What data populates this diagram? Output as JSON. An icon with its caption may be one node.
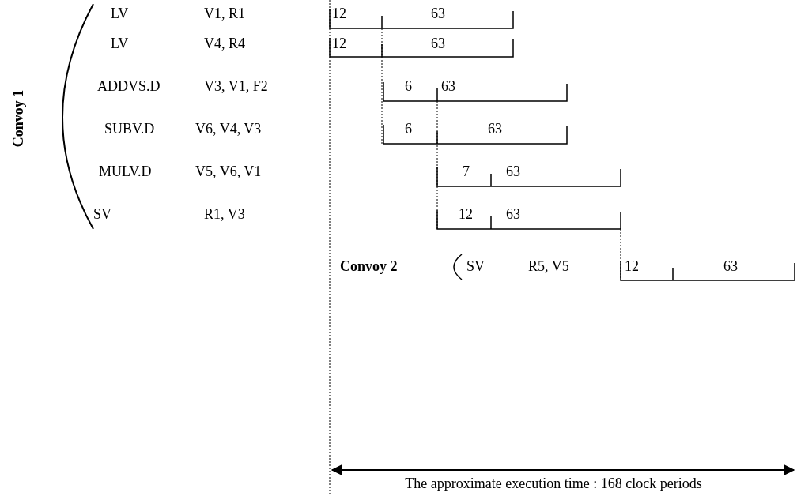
{
  "diagram": {
    "labels": [
      "Convoy 1",
      "LV",
      "V1, R1",
      "12",
      "63",
      "LV",
      "V4, R4",
      "12",
      "63",
      "ADDVS.D",
      "V3, V1, F2",
      "6",
      "63",
      "SUBV.D",
      "V6, V4, V3",
      "6",
      "63",
      "MULV.D",
      "V5, V6, V1",
      "7",
      "63",
      "SV",
      "R1, V3",
      "12",
      "63",
      "Convoy 2",
      "SV",
      "R5, V5",
      "12",
      "63",
      "The approximate execution time : 168 clock periods"
    ]
  }
}
